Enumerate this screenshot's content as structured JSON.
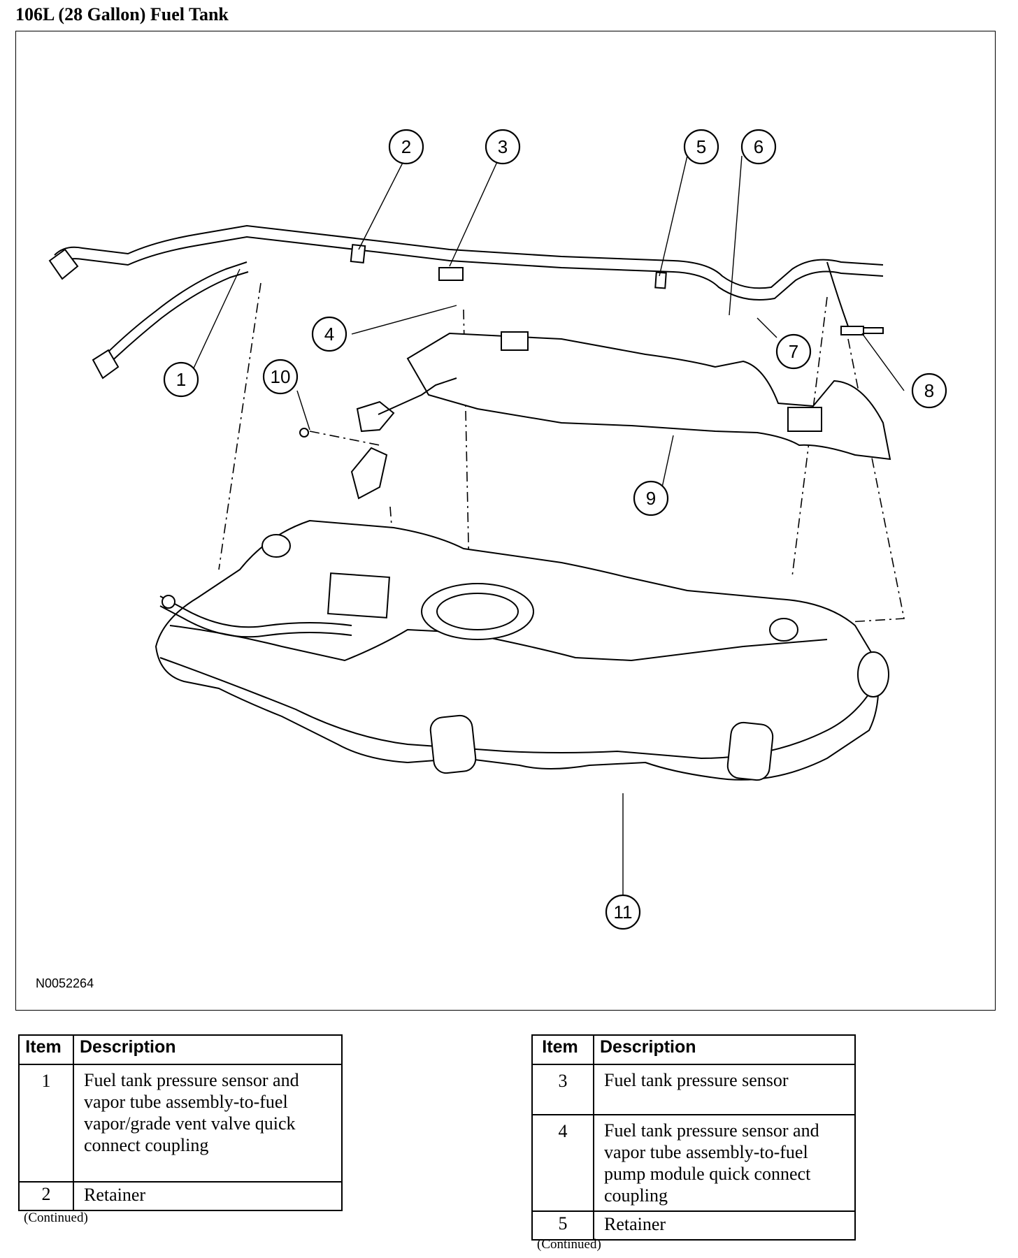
{
  "title": "106L (28 Gallon) Fuel Tank",
  "figure_id": "N0052264",
  "callouts": [
    "1",
    "2",
    "3",
    "4",
    "5",
    "6",
    "7",
    "8",
    "9",
    "10",
    "11"
  ],
  "table_header": {
    "item": "Item",
    "description": "Description"
  },
  "table_left": [
    {
      "item": "1",
      "description": "Fuel tank pressure sensor and vapor tube assembly-to-fuel vapor/grade vent valve quick connect coupling"
    },
    {
      "item": "2",
      "description": "Retainer"
    }
  ],
  "table_right": [
    {
      "item": "3",
      "description": "Fuel tank pressure sensor"
    },
    {
      "item": "4",
      "description": "Fuel tank pressure sensor and vapor tube assembly-to-fuel pump module quick connect coupling"
    },
    {
      "item": "5",
      "description": "Retainer"
    }
  ],
  "continued_label": "(Continued)"
}
